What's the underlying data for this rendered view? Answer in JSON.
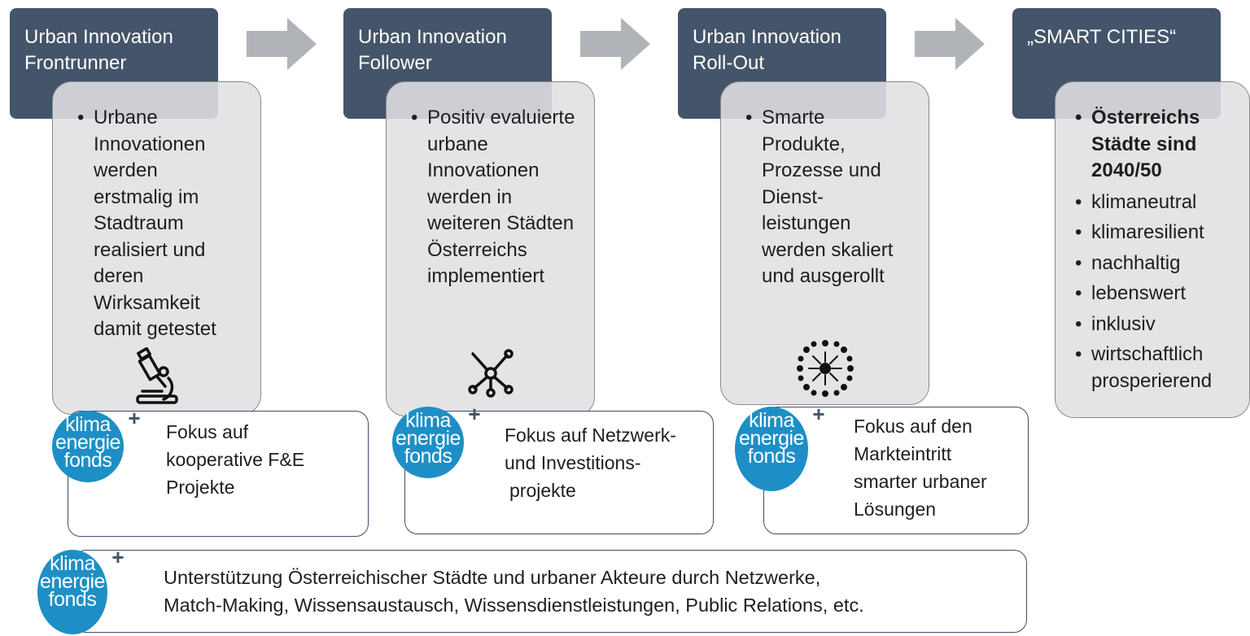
{
  "stages": [
    {
      "title_line1": "Urban Innovation",
      "title_line2": "Frontrunner",
      "bullets": [
        "Urbane Innovationen werden erstmalig im Stadtraum realisiert und deren Wirksamkeit damit getestet"
      ],
      "icon": "microscope-icon",
      "funding_line1": "Fokus auf",
      "funding_line2": "kooperative F&E",
      "funding_line3": "Projekte"
    },
    {
      "title_line1": "Urban Innovation",
      "title_line2": "Follower",
      "bullets": [
        "Positiv evaluierte urbane Innovationen werden in weiteren Städten Österreichs implementiert"
      ],
      "icon": "network-icon",
      "funding_line1": "Fokus auf Netzwerk-",
      "funding_line2": "und Investitions-",
      "funding_line3": "projekte"
    },
    {
      "title_line1": "Urban Innovation",
      "title_line2": "Roll-Out",
      "bullets": [
        "Smarte Produkte, Prozesse und Dienst-leistungen werden skaliert und ausgerollt"
      ],
      "icon": "scale-out-icon",
      "funding_line1": "Fokus auf den",
      "funding_line2": "Markteintritt",
      "funding_line3": "smarter urbaner",
      "funding_line4": "Lösungen"
    },
    {
      "title_line1": "„SMART CITIES“",
      "headline": "Österreichs Städte sind 2040/50",
      "bullets": [
        "klimaneutral",
        "klimaresilient",
        "nachhaltig",
        "lebenswert",
        "inklusiv",
        "wirtschaftlich prosperierend"
      ]
    }
  ],
  "logo": {
    "line1": "klima",
    "line2": "energie",
    "line3": "fonds",
    "plus": "+"
  },
  "support": {
    "line1": "Unterstützung Österreichischer Städte und urbaner Akteure durch Netzwerke,",
    "line2": "Match-Making, Wissensaustausch, Wissensdienstleistungen, Public Relations, etc."
  },
  "colors": {
    "header": "#44546a",
    "card": "#e0e0e2",
    "logo": "#1e8fc6",
    "arrow": "#b0b3b8"
  }
}
